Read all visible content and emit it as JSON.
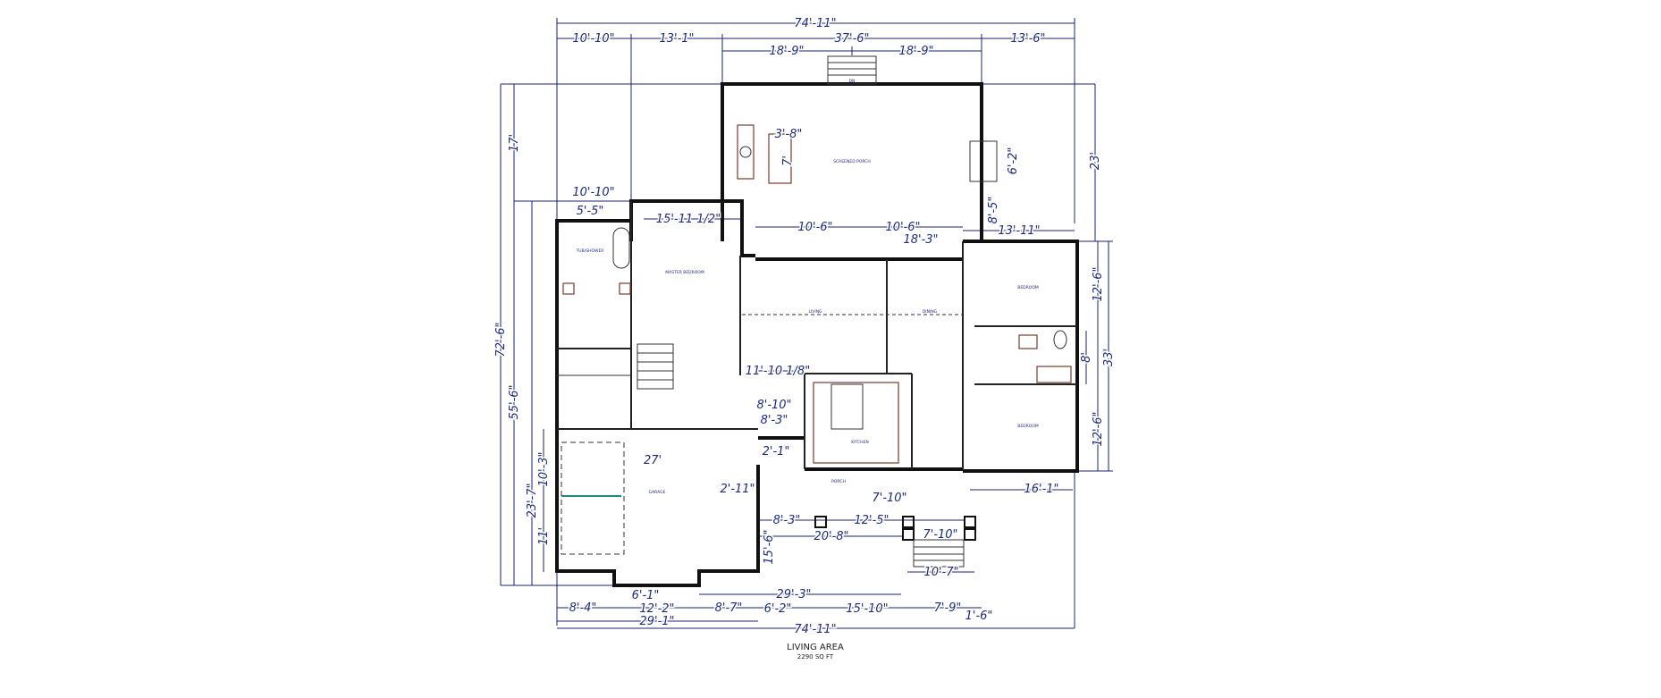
{
  "drawing": {
    "colors": {
      "dimension": "#1c2a80",
      "walls": "#111111",
      "fixtures": "#7a3a2a",
      "garage_door_track": "#1a8a80"
    }
  },
  "dims": [
    "74'-11\"",
    "10'-10\"",
    "13'-1\"",
    "37'-6\"",
    "13'-6\"",
    "18'-9\"",
    "18'-9\"",
    "17'",
    "72'-6\"",
    "55'-6\"",
    "23'",
    "33'",
    "12'-6\"",
    "12'-6\"",
    "8'",
    "15'-11 1/2\"",
    "10'-10\"",
    "5'-5\"",
    "11'-10 1/8\"",
    "8'-10\"",
    "8'-3\"",
    "2'-1\"",
    "10'-6\"",
    "10'-6\"",
    "18'-3\"",
    "13'-11\"",
    "27'",
    "2'-11\"",
    "8'-3\"",
    "12'-5\"",
    "20'-8\"",
    "7'-10\"",
    "7'-10\"",
    "10'-7\"",
    "29'-3\"",
    "16'-1\"",
    "8'-4\"",
    "12'-2\"",
    "8'-7\"",
    "6'-2\"",
    "15'-10\"",
    "7'-9\"",
    "1'-6\"",
    "29'-1\"",
    "74'-11\"",
    "6'-1\"",
    "23'-7\"",
    "10'-3\"",
    "11'",
    "15'-6\"",
    "8'-5\"",
    "6'-2\"",
    "3'-8\"",
    "7'"
  ],
  "rooms": {
    "screened_porch": "SCREENED PORCH",
    "master_bedroom": "MASTER BEDROOM",
    "tub_shower": "TUB/SHOWER",
    "living": "LIVING",
    "dining": "DINING",
    "kitchen": "KITCHEN",
    "bedroom_1": "BEDROOM",
    "bedroom_2": "BEDROOM",
    "garage": "GARAGE",
    "porch": "PORCH",
    "stairs_down": "DN"
  },
  "summary": {
    "label": "LIVING AREA",
    "area": "2290 SQ FT"
  }
}
